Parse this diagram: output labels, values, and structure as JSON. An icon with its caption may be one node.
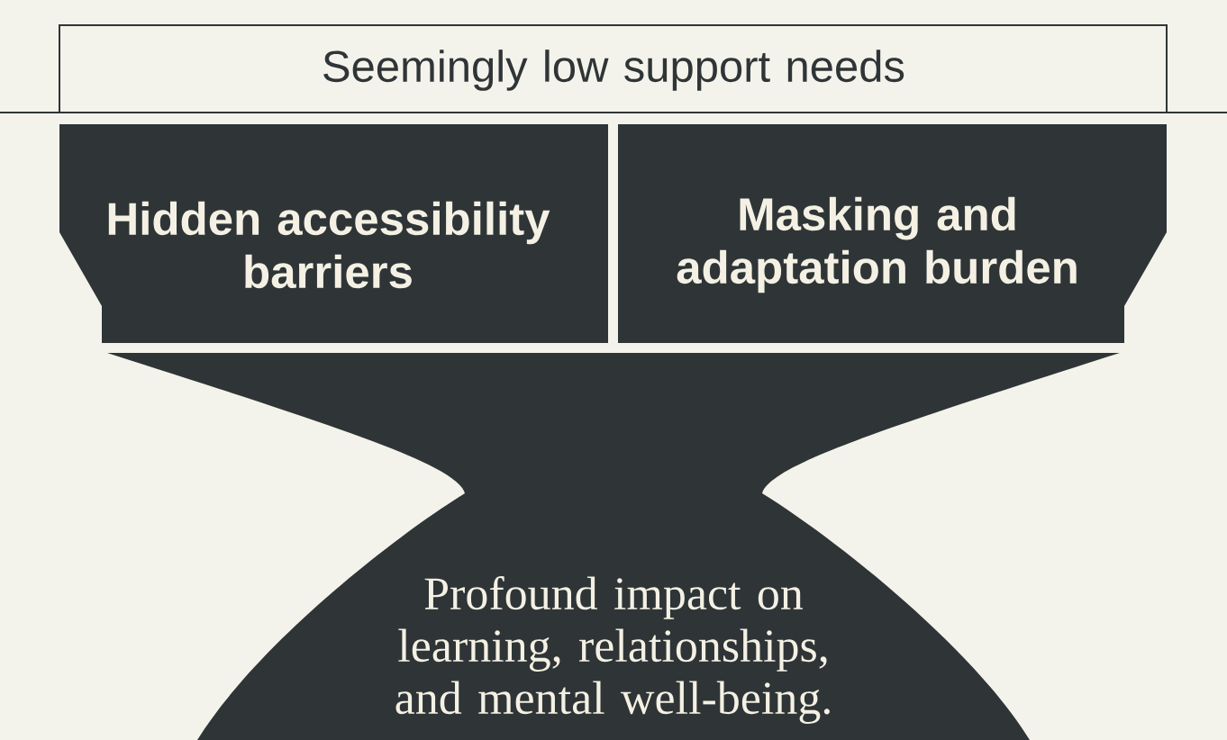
{
  "diagram": {
    "nodes": [
      {
        "text": [
          "Seemingly low support needs"
        ]
      },
      {
        "text": [
          "Hidden accessibility barriers"
        ]
      },
      {
        "text": [
          "Masking and adaptation burden"
        ]
      },
      {
        "text": [
          "Profound impact on learning, relationships, and mental well-being."
        ]
      }
    ]
  }
}
